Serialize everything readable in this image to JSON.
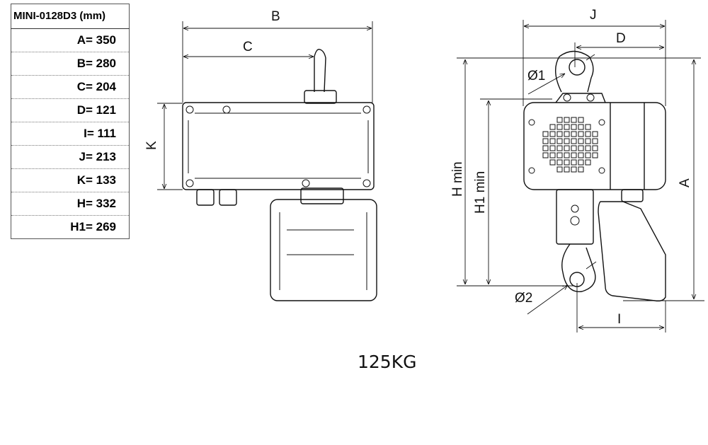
{
  "table": {
    "header": "MINI-0128D3 (mm)",
    "rows": [
      "A= 350",
      "B= 280",
      "C= 204",
      "D= 121",
      "I= 111",
      "J= 213",
      "K= 133",
      "H= 332",
      "H1= 269"
    ]
  },
  "labels": {
    "B": "B",
    "C": "C",
    "K": "K",
    "J": "J",
    "D": "D",
    "H_min": "H min",
    "H1_min": "H1 min",
    "A": "A",
    "I": "I",
    "dia1": "Ø1",
    "dia2": "Ø2"
  },
  "caption": "125KG"
}
